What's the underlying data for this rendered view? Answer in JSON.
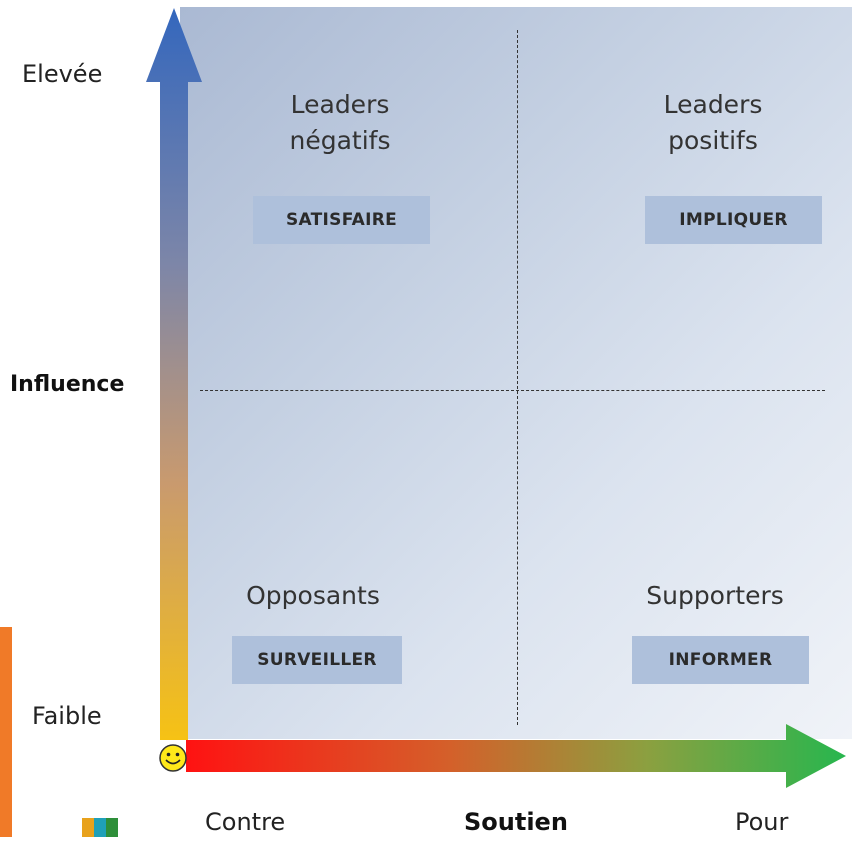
{
  "y_axis": {
    "title": "Influence",
    "high_label": "Elevée",
    "low_label": "Faible"
  },
  "x_axis": {
    "title": "Soutien",
    "left_label": "Contre",
    "right_label": "Pour"
  },
  "quadrants": {
    "top_left": {
      "title": "Leaders négatifs",
      "line1": "Leaders",
      "line2": "négatifs",
      "action": "SATISFAIRE"
    },
    "top_right": {
      "title": "Leaders positifs",
      "line1": "Leaders",
      "line2": "positifs",
      "action": "IMPLIQUER"
    },
    "bottom_left": {
      "title": "Opposants",
      "action": "SURVEILLER"
    },
    "bottom_right": {
      "title": "Supporters",
      "action": "INFORMER"
    }
  },
  "icons": {
    "origin": "smiley-face-icon"
  },
  "colors": {
    "y_arrow_top": "#3a6fc0",
    "y_arrow_bottom": "#f5c21a",
    "x_arrow_left": "#ff1a1a",
    "x_arrow_right": "#2fb54a",
    "badge": "#aec0db"
  }
}
